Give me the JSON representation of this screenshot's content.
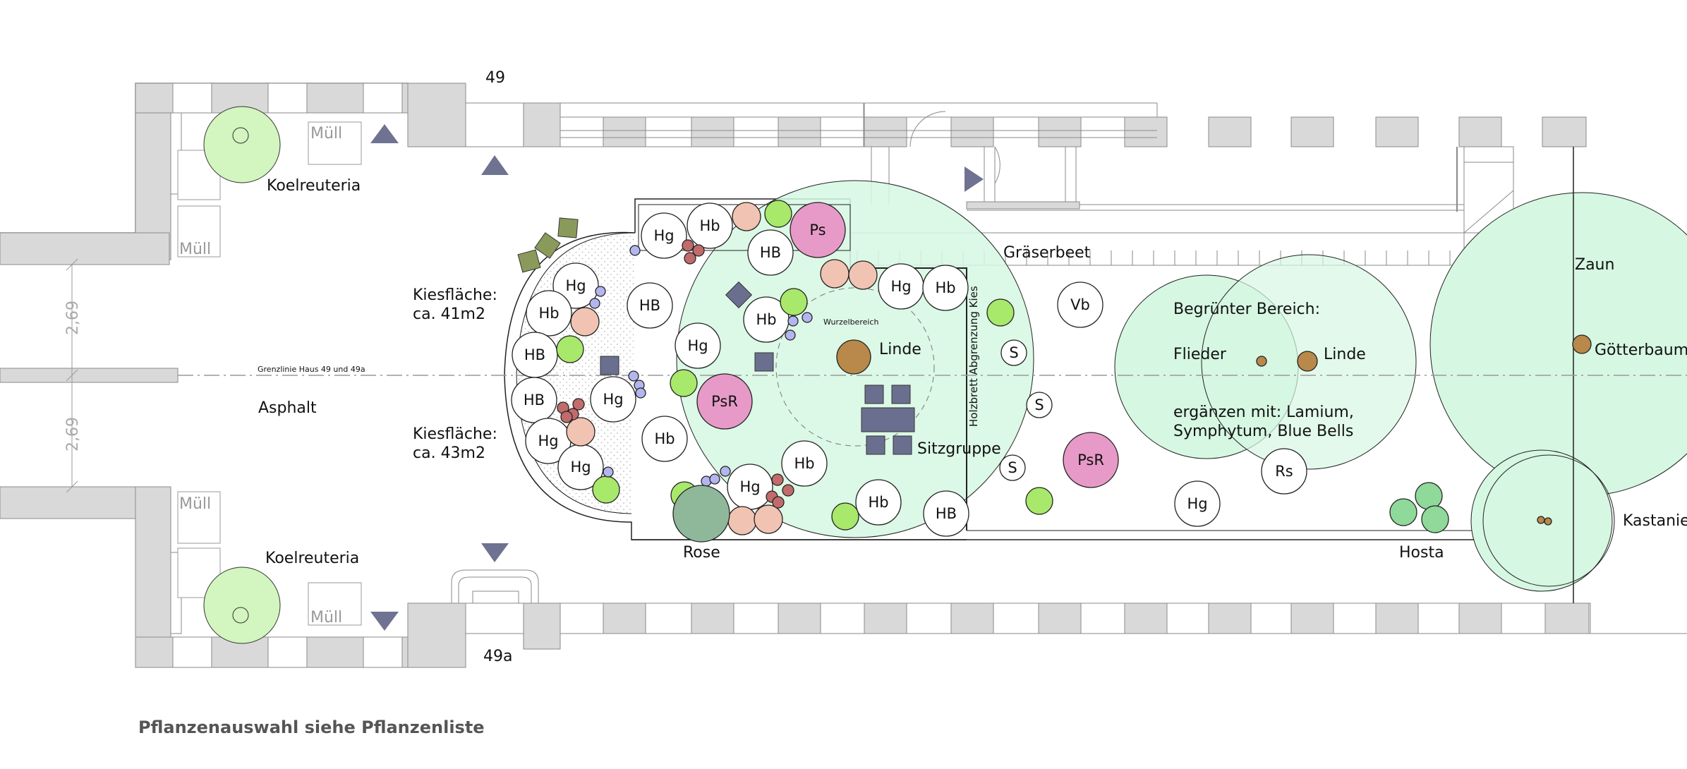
{
  "house_numbers": {
    "top": "49",
    "bottom": "49a"
  },
  "muell_label": "Müll",
  "koelreuteria_label": "Koelreuteria",
  "dimension_label": "2,69",
  "asphalt_label": "Asphalt",
  "border_line_label": "Grenzlinie Haus 49 und 49a",
  "gravel_area_north": {
    "line1": "Kiesfläche:",
    "line2": "ca. 41m2"
  },
  "gravel_area_south": {
    "line1": "Kiesfläche:",
    "line2": "ca. 43m2"
  },
  "grass_bed_label": "Gräserbeet",
  "root_zone_label": "Wurzelbereich",
  "linden_label": "Linde",
  "seating_label": "Sitzgruppe",
  "wood_border_label": "Holzbrett Abgrenzung Kies",
  "rose_label": "Rose",
  "hosta_label": "Hosta",
  "green_area": {
    "title": "Begrünter Bereich:",
    "flieder": "Flieder",
    "linde": "Linde",
    "supplement_line1": "ergänzen mit: Lamium,",
    "supplement_line2": "Symphytum, Blue Bells"
  },
  "fence_label": "Zaun",
  "goetterbaum_label": "Götterbaum",
  "kastanie_label": "Kastanie",
  "footer_note": "Pflanzenauswahl siehe Pflanzenliste",
  "plant_codes": {
    "hg": "Hg",
    "hb_small": "Hb",
    "hb_caps": "HB",
    "ps": "Ps",
    "psr": "PsR",
    "s": "S",
    "vb": "Vb",
    "rs": "Rs"
  },
  "colors": {
    "wall": "#d9d9d9",
    "wall_stroke": "#8a8a8a",
    "tree_light_green": "#d3f5bf",
    "canopy_mint": "#d6f7e2",
    "lime": "#a8e86a",
    "pink": "#e79ac8",
    "peach": "#f1c3b2",
    "red_berry": "#c26b6b",
    "lavender": "#b3b6ee",
    "brown": "#b8894a",
    "slate": "#6b6f8f",
    "olive": "#8a9a5b",
    "hosta_green": "#8fd99b",
    "rose_green": "#8fb89a"
  }
}
